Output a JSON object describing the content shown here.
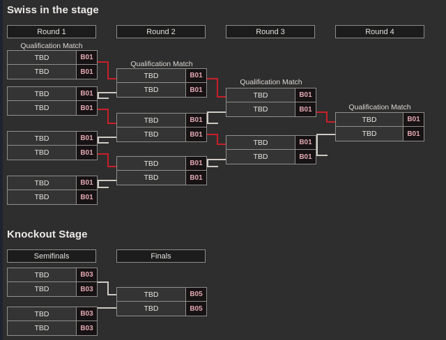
{
  "page": {
    "background_color": "#2e2e2e",
    "accent_color": "#c8202a",
    "connector_color": "#cfcbc4",
    "score_text_color": "#e2a9b2"
  },
  "swiss": {
    "title": "Swiss in the stage",
    "round_headers": [
      {
        "label": "Round 1"
      },
      {
        "label": "Round 2"
      },
      {
        "label": "Round 3"
      },
      {
        "label": "Round 4"
      }
    ],
    "qualification_label": "Qualification Match",
    "rounds": [
      {
        "name": "Round 1",
        "matches": [
          {
            "qualification": true,
            "teams": [
              "TBD",
              "TBD"
            ],
            "scores": [
              "B01",
              "B01"
            ]
          },
          {
            "qualification": false,
            "teams": [
              "TBD",
              "TBD"
            ],
            "scores": [
              "B01",
              "B01"
            ]
          },
          {
            "qualification": false,
            "teams": [
              "TBD",
              "TBD"
            ],
            "scores": [
              "B01",
              "B01"
            ]
          },
          {
            "qualification": false,
            "teams": [
              "TBD",
              "TBD"
            ],
            "scores": [
              "B01",
              "B01"
            ]
          }
        ]
      },
      {
        "name": "Round 2",
        "matches": [
          {
            "qualification": true,
            "teams": [
              "TBD",
              "TBD"
            ],
            "scores": [
              "B01",
              "B01"
            ]
          },
          {
            "qualification": false,
            "teams": [
              "TBD",
              "TBD"
            ],
            "scores": [
              "B01",
              "B01"
            ]
          },
          {
            "qualification": false,
            "teams": [
              "TBD",
              "TBD"
            ],
            "scores": [
              "B01",
              "B01"
            ]
          }
        ]
      },
      {
        "name": "Round 3",
        "matches": [
          {
            "qualification": true,
            "teams": [
              "TBD",
              "TBD"
            ],
            "scores": [
              "B01",
              "B01"
            ]
          },
          {
            "qualification": false,
            "teams": [
              "TBD",
              "TBD"
            ],
            "scores": [
              "B01",
              "B01"
            ]
          }
        ]
      },
      {
        "name": "Round 4",
        "matches": [
          {
            "qualification": true,
            "teams": [
              "TBD",
              "TBD"
            ],
            "scores": [
              "B01",
              "B01"
            ]
          }
        ]
      }
    ]
  },
  "knockout": {
    "title": "Knockout Stage",
    "round_headers": [
      {
        "label": "Semifinals"
      },
      {
        "label": "Finals"
      }
    ],
    "rounds": [
      {
        "name": "Semifinals",
        "matches": [
          {
            "teams": [
              "TBD",
              "TBD"
            ],
            "scores": [
              "B03",
              "B03"
            ]
          },
          {
            "teams": [
              "TBD",
              "TBD"
            ],
            "scores": [
              "B03",
              "B03"
            ]
          }
        ]
      },
      {
        "name": "Finals",
        "matches": [
          {
            "teams": [
              "TBD",
              "TBD"
            ],
            "scores": [
              "B05",
              "B05"
            ]
          }
        ]
      }
    ]
  }
}
